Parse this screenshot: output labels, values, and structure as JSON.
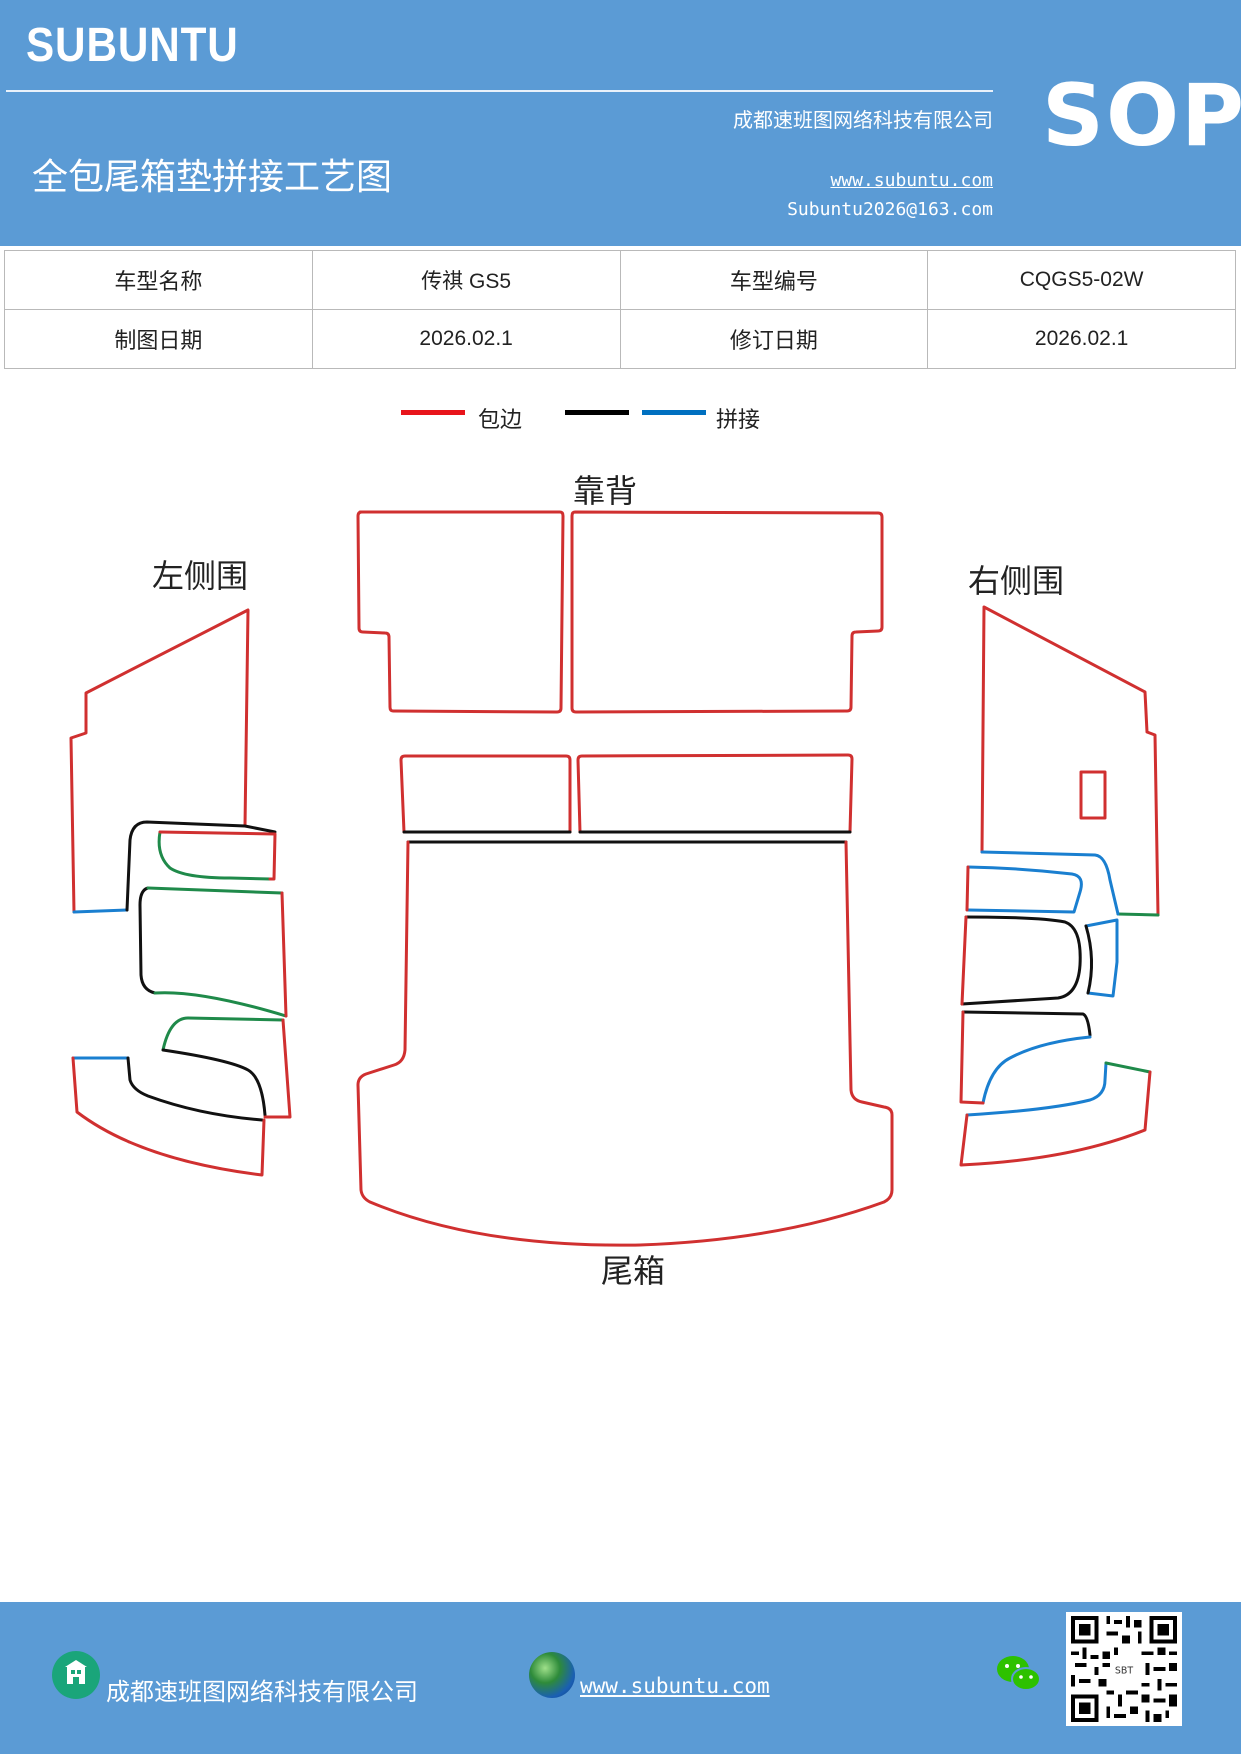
{
  "header": {
    "brand": "SUBUNTU",
    "sop": "SOP",
    "company": "成都速班图网络科技有限公司",
    "title": "全包尾箱垫拼接工艺图",
    "website": "www.subuntu.com",
    "email": "Subuntu2026@163.com"
  },
  "info_table": {
    "row1": [
      "车型名称",
      "传祺 GS5",
      "车型编号",
      "CQGS5-02W"
    ],
    "row2": [
      "制图日期",
      "2026.02.1",
      "修订日期",
      "2026.02.1"
    ]
  },
  "legend": {
    "items": [
      {
        "label": "包边",
        "color": "#e8141b"
      },
      {
        "label": "",
        "color": "#000000"
      },
      {
        "label": "拼接",
        "color": "#0070c0"
      }
    ]
  },
  "diagram": {
    "labels": {
      "backrest": "靠背",
      "left_side": "左侧围",
      "right_side": "右侧围",
      "trunk": "尾箱"
    },
    "colors": {
      "edge_red": "#d03030",
      "black": "#111111",
      "blue": "#1a7fd0",
      "green": "#1f8a4a"
    }
  },
  "footer": {
    "company": "成都速班图网络科技有限公司",
    "website": "www.subuntu.com ",
    "icons": [
      "building-icon",
      "globe-icon",
      "wechat-icon",
      "qr-code"
    ]
  }
}
